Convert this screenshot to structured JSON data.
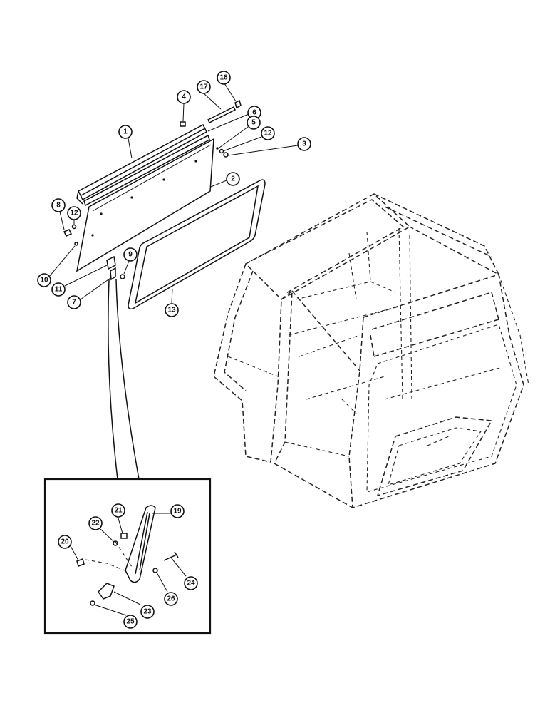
{
  "callouts": {
    "c1": "1",
    "c2": "2",
    "c3": "3",
    "c4": "4",
    "c5": "5",
    "c6": "6",
    "c7": "7",
    "c8": "8",
    "c9": "9",
    "c10": "10",
    "c11": "11",
    "c12a": "12",
    "c12b": "12",
    "c13": "13",
    "c17": "17",
    "c18": "18",
    "c19": "19",
    "c20": "20",
    "c21": "21",
    "c22": "22",
    "c23": "23",
    "c24": "24",
    "c25": "25",
    "c26": "26"
  }
}
